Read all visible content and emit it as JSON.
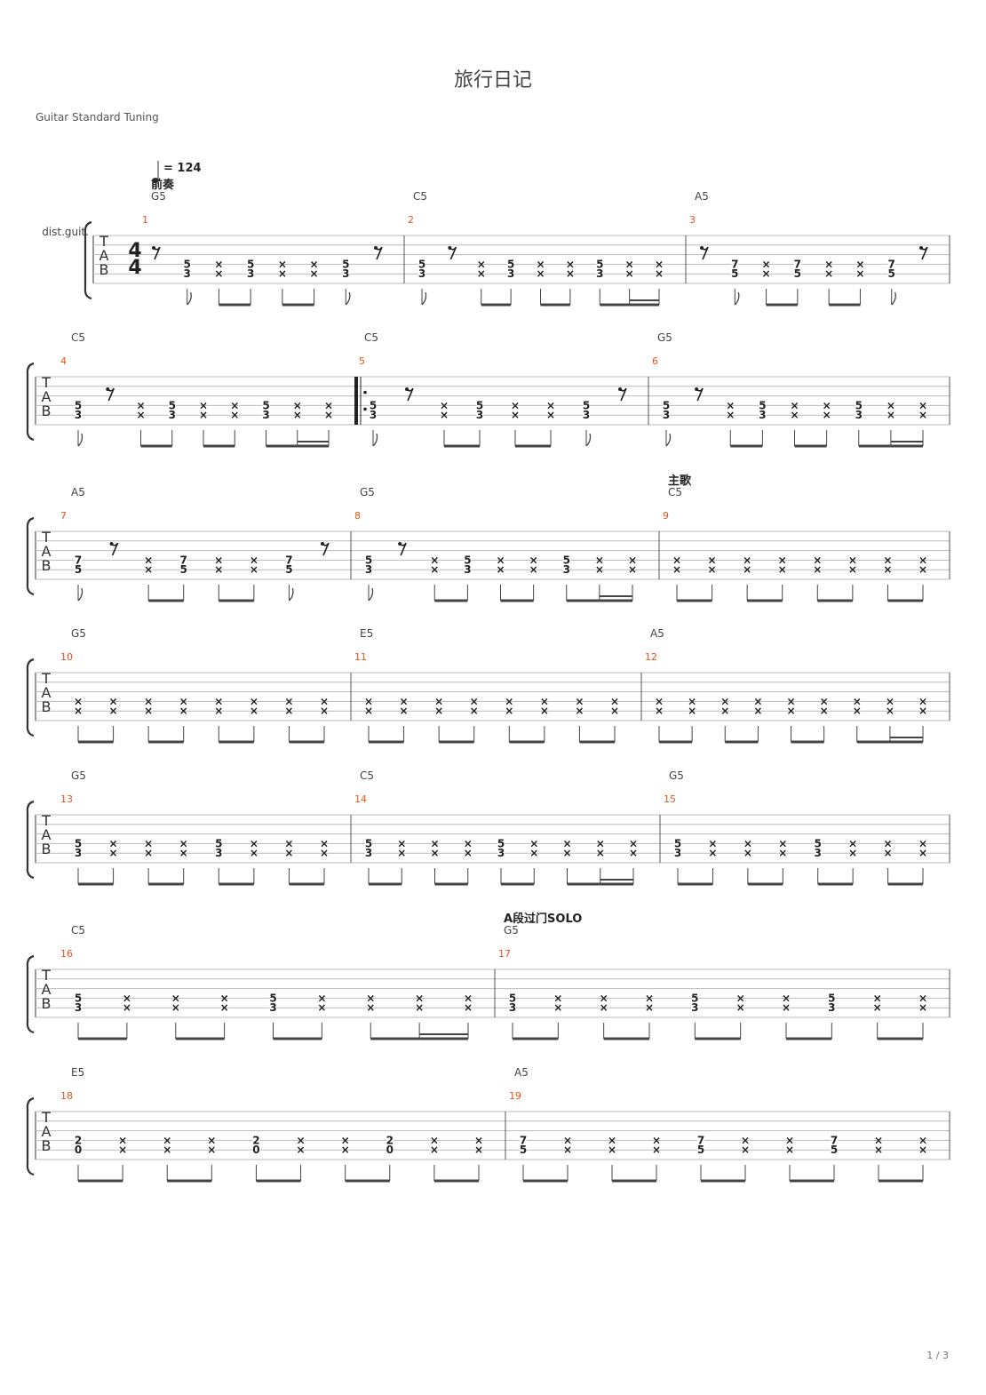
{
  "title": "旅行日记",
  "tuning": "Guitar Standard Tuning",
  "page_number": "1 / 3",
  "instrument": "dist.guit.",
  "tempo": "= 124",
  "time_signature": [
    "4",
    "4"
  ],
  "tab_letters": [
    "T",
    "A",
    "B"
  ],
  "sections": [
    {
      "measure": 1,
      "label": "前奏"
    },
    {
      "measure": 9,
      "label": "主歌"
    },
    {
      "measure": 17,
      "label": "A段过门SOLO"
    }
  ],
  "systems": [
    {
      "measures": [
        {
          "number": "1",
          "chord": "G5",
          "notes": [
            "r",
            "53e",
            "x",
            "53",
            "x",
            "x",
            "53e",
            "r"
          ]
        },
        {
          "number": "2",
          "chord": "C5",
          "notes": [
            "53e",
            "r",
            "x",
            "53",
            "x",
            "x",
            "53",
            "x",
            "x"
          ]
        },
        {
          "number": "3",
          "chord": "A5",
          "notes": [
            "r",
            "75e",
            "x",
            "75",
            "x",
            "x",
            "75e",
            "r"
          ]
        }
      ]
    },
    {
      "measures": [
        {
          "number": "4",
          "chord": "C5",
          "notes": [
            "53e",
            "r",
            "x",
            "53",
            "x",
            "x",
            "53",
            "x",
            "x"
          ]
        },
        {
          "number": "5",
          "chord": "C5",
          "notes": [
            "53e",
            "r",
            "x",
            "53",
            "x",
            "x",
            "53e",
            "r"
          ]
        },
        {
          "number": "6",
          "chord": "G5",
          "notes": [
            "53e",
            "r",
            "x",
            "53",
            "x",
            "x",
            "53",
            "x",
            "x"
          ]
        }
      ]
    },
    {
      "measures": [
        {
          "number": "7",
          "chord": "A5",
          "notes": [
            "75e",
            "r",
            "x",
            "75",
            "x",
            "x",
            "75e",
            "r"
          ]
        },
        {
          "number": "8",
          "chord": "G5",
          "notes": [
            "53e",
            "r",
            "x",
            "53",
            "x",
            "x",
            "53",
            "x",
            "x"
          ]
        },
        {
          "number": "9",
          "chord": "C5",
          "notes": [
            "x",
            "x",
            "x",
            "x",
            "x",
            "x",
            "x",
            "x"
          ]
        }
      ]
    },
    {
      "measures": [
        {
          "number": "10",
          "chord": "G5",
          "notes": [
            "x",
            "x",
            "x",
            "x",
            "x",
            "x",
            "x",
            "x"
          ]
        },
        {
          "number": "11",
          "chord": "E5",
          "notes": [
            "x",
            "x",
            "x",
            "x",
            "x",
            "x",
            "x",
            "x"
          ]
        },
        {
          "number": "12",
          "chord": "A5",
          "notes": [
            "x",
            "x",
            "x",
            "x",
            "x",
            "x",
            "x",
            "x",
            "x"
          ]
        }
      ]
    },
    {
      "measures": [
        {
          "number": "13",
          "chord": "G5",
          "notes": [
            "53",
            "x",
            "x",
            "x",
            "53",
            "x",
            "x",
            "x"
          ]
        },
        {
          "number": "14",
          "chord": "C5",
          "notes": [
            "53",
            "x",
            "x",
            "x",
            "53",
            "x",
            "x",
            "x",
            "x"
          ]
        },
        {
          "number": "15",
          "chord": "G5",
          "notes": [
            "53",
            "x",
            "x",
            "x",
            "53",
            "x",
            "x",
            "x"
          ]
        }
      ]
    },
    {
      "measures": [
        {
          "number": "16",
          "chord": "C5",
          "notes": [
            "53",
            "x",
            "x",
            "x",
            "53",
            "x",
            "x",
            "x",
            "x"
          ]
        },
        {
          "number": "17",
          "chord": "G5",
          "notes": [
            "53",
            "x",
            "x",
            "x",
            "53",
            "x",
            "x",
            "53",
            "x",
            "x"
          ]
        }
      ]
    },
    {
      "measures": [
        {
          "number": "18",
          "chord": "E5",
          "notes": [
            "20",
            "x",
            "x",
            "x",
            "20",
            "x",
            "x",
            "20",
            "x",
            "x"
          ]
        },
        {
          "number": "19",
          "chord": "A5",
          "notes": [
            "75",
            "x",
            "x",
            "x",
            "75",
            "x",
            "x",
            "75",
            "x",
            "x"
          ]
        }
      ]
    }
  ],
  "colors": {
    "measure_number": "#e8541c",
    "staff_line": "#bbbbbb",
    "ink": "#333333"
  }
}
